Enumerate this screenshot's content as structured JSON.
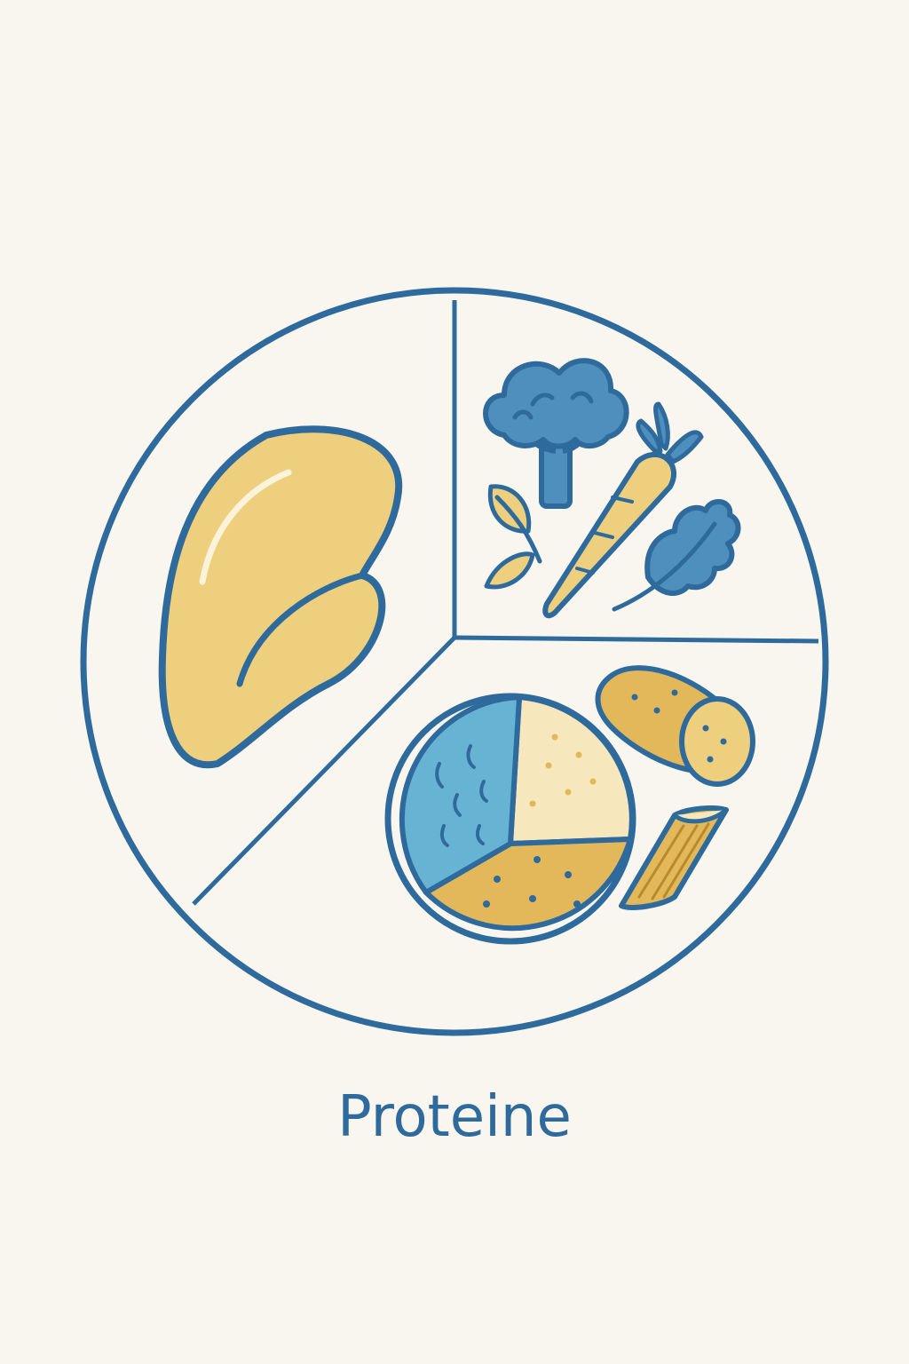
{
  "caption": "Proteine",
  "colors": {
    "background": "#f8f6ef",
    "outline": "#2f6a9c",
    "text": "#2f6a9c",
    "yellow": "#edcf7d",
    "yellow_dark": "#e2b85a",
    "blue": "#4f8fbd",
    "blue_light": "#66b3d3",
    "cream": "#f7e7bd"
  },
  "plate_sections": [
    {
      "name": "protein",
      "fraction": 0.4,
      "items": [
        "chicken-breast-icon"
      ]
    },
    {
      "name": "vegetables",
      "fraction": 0.25,
      "items": [
        "broccoli-icon",
        "carrot-icon",
        "leaf-icon",
        "kale-leaf-icon"
      ]
    },
    {
      "name": "carbohydrates",
      "fraction": 0.35,
      "items": [
        "grains-pie-icon",
        "potato-icon",
        "penne-pasta-icon"
      ]
    }
  ]
}
